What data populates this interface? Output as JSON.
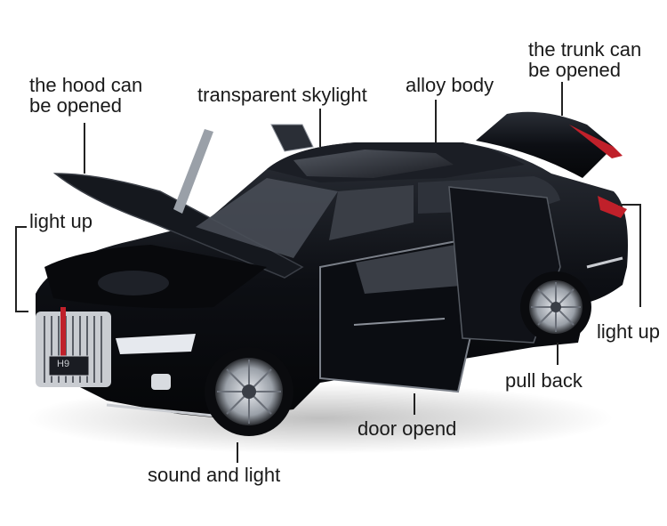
{
  "labels": {
    "hood_line1": "the hood can",
    "hood_line2": "be opened",
    "skylight": "transparent skylight",
    "alloy": "alloy body",
    "trunk_line1": "the trunk can",
    "trunk_line2": "be opened",
    "light_up_left": "light up",
    "light_up_right": "light up",
    "pull_back": "pull back",
    "door": "door opend",
    "sound_light": "sound and light"
  },
  "grille_badge": "H9",
  "colors": {
    "body": "#0d0f14",
    "chrome": "#c9ccd1",
    "taillight": "#c0202a",
    "background": "#ffffff"
  }
}
